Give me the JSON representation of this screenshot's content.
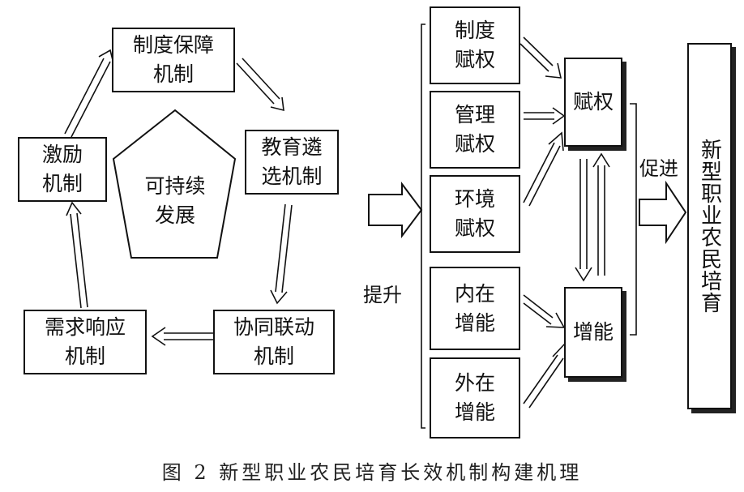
{
  "cycle": {
    "center": "可持续\n发展",
    "system_guarantee": "制度保障\n机制",
    "education_selection": "教育遴\n选机制",
    "coordination_linkage": "协同联动\n机制",
    "demand_response": "需求响应\n机制",
    "incentive": "激励\n机制"
  },
  "labels": {
    "upgrade": "提升",
    "promote": "促进"
  },
  "empowerment": {
    "institutional": "制度\n赋权",
    "management": "管理\n赋权",
    "environment": "环境\n赋权",
    "result": "赋权"
  },
  "capacity": {
    "internal": "内在\n增能",
    "external": "外在\n增能",
    "result": "增能"
  },
  "target": "新型职业农民培育",
  "caption": "图 2   新型职业农民培育长效机制构建机理"
}
